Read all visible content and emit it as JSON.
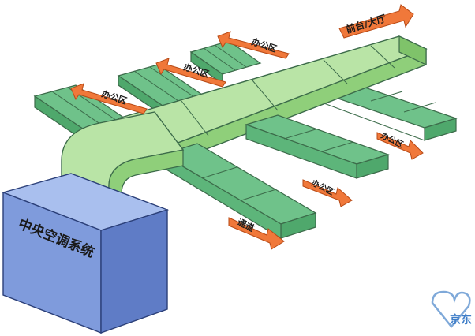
{
  "unit": {
    "label": "中央空调系统"
  },
  "outlets": {
    "front": "前台/大厅",
    "office_1": "办公区",
    "office_2": "办公区",
    "office_3": "办公区",
    "office_4": "办公区",
    "office_5": "办公区",
    "corridor": "通道"
  },
  "watermark": {
    "text": "京东"
  },
  "colors": {
    "duct_top": "#b9e4a6",
    "duct_side": "#8fcf7a",
    "branch_top": "#6fc28a",
    "branch_side": "#4fa86c",
    "outline": "#3c6b4a",
    "unit_front": "#7f9bdc",
    "unit_top": "#a9bfee",
    "unit_side": "#5f7cc6",
    "arrow": "#f0783a",
    "arrow_stroke": "#b74a16"
  }
}
